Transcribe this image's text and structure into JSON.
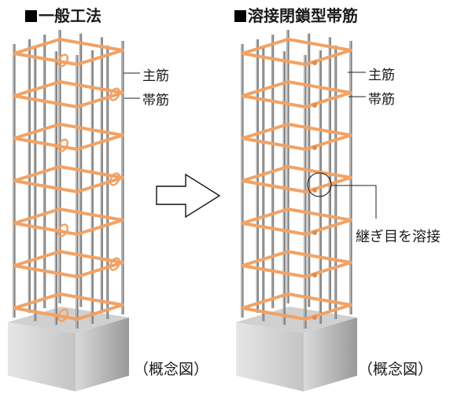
{
  "left_panel": {
    "title": "一般工法",
    "labels": {
      "main_rebar": "主筋",
      "hoop": "帯筋"
    },
    "caption": "（概念図）"
  },
  "right_panel": {
    "title": "溶接閉鎖型帯筋",
    "labels": {
      "main_rebar": "主筋",
      "hoop": "帯筋",
      "weld_note": "継ぎ目を溶接"
    },
    "caption": "（概念図）"
  },
  "arrow": {
    "icon": "right-arrow-icon",
    "direction": "right"
  },
  "colors": {
    "hoop": "#f2a264",
    "rebar": "#7d7d7d",
    "concrete_light": "#e4e4e4",
    "concrete_dark": "#a8a8a8"
  }
}
